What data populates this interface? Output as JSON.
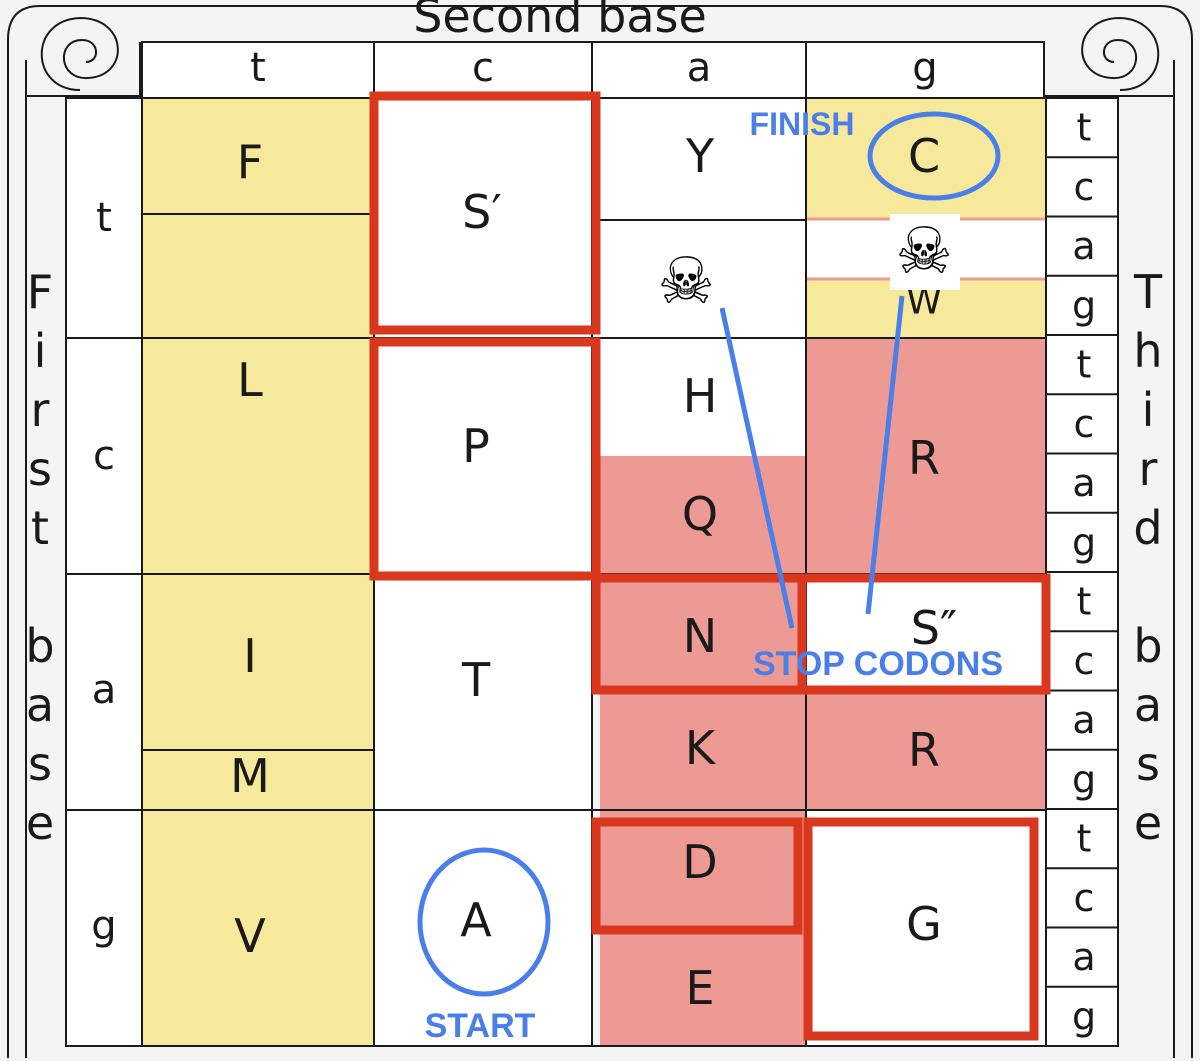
{
  "axes": {
    "top_title": "Second base",
    "left_title": [
      "F",
      "i",
      "r",
      "s",
      "t",
      "",
      "b",
      "a",
      "s",
      "e"
    ],
    "right_title": [
      "T",
      "h",
      "i",
      "r",
      "d",
      "",
      "b",
      "a",
      "s",
      "e"
    ]
  },
  "second_base": [
    "t",
    "c",
    "a",
    "g"
  ],
  "first_base": [
    "t",
    "c",
    "a",
    "g"
  ],
  "third_base": [
    "t",
    "c",
    "a",
    "g",
    "t",
    "c",
    "a",
    "g",
    "t",
    "c",
    "a",
    "g",
    "t",
    "c",
    "a",
    "g"
  ],
  "colors": {
    "yellow": "#f7e99b",
    "pink": "#ec9a93",
    "white": "#ffffff",
    "red_border": "#d9381e",
    "blue_annot": "#4a7ee8"
  },
  "amino_acids": {
    "F": "F",
    "L": "L",
    "I": "I",
    "M": "M",
    "V": "V",
    "S1": "S′",
    "P": "P",
    "T": "T",
    "A": "A",
    "Y": "Y",
    "H": "H",
    "Q": "Q",
    "N": "N",
    "K": "K",
    "D": "D",
    "E": "E",
    "C": "C",
    "W": "W",
    "R1": "R",
    "S2": "S″",
    "R2": "R",
    "G": "G"
  },
  "annotations": {
    "finish": "FINISH",
    "start": "START",
    "stop_codons": "STOP CODONS",
    "skull_icon": "skull-crossbones-icon"
  }
}
